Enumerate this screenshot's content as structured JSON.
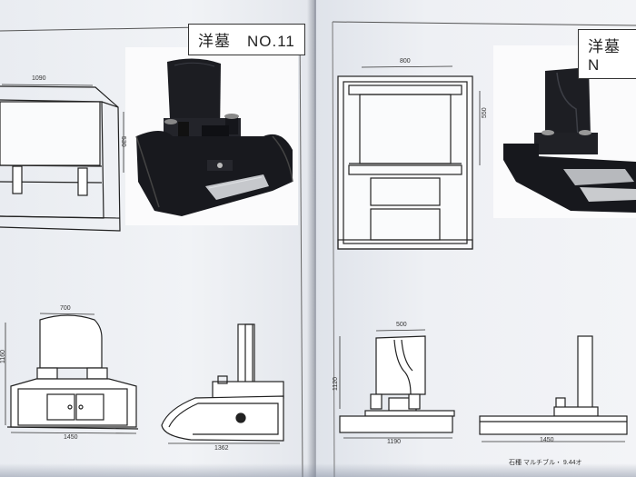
{
  "left_page": {
    "title": "洋墓　NO.11",
    "front_elevation": {
      "width_label": "1090",
      "height_label": "530"
    },
    "upper_elevation": {
      "width_label": "700",
      "height_label": "1160",
      "base_label": "1450"
    },
    "side_elevation": {
      "depth_label": "1362"
    }
  },
  "right_page": {
    "title": "洋墓　N",
    "front_elevation": {
      "width_label": "800",
      "height_label": "550"
    },
    "upper_elevation": {
      "width_label": "500",
      "height_label": "1120",
      "base_label": "1190"
    },
    "side_elevation": {
      "depth_label": "1450"
    },
    "footnote": "石種 マルチブル・ 9.44オ"
  },
  "colors": {
    "stone": "#1c1d22",
    "paper": "#f1f3f6",
    "line": "#2a2a2a"
  }
}
